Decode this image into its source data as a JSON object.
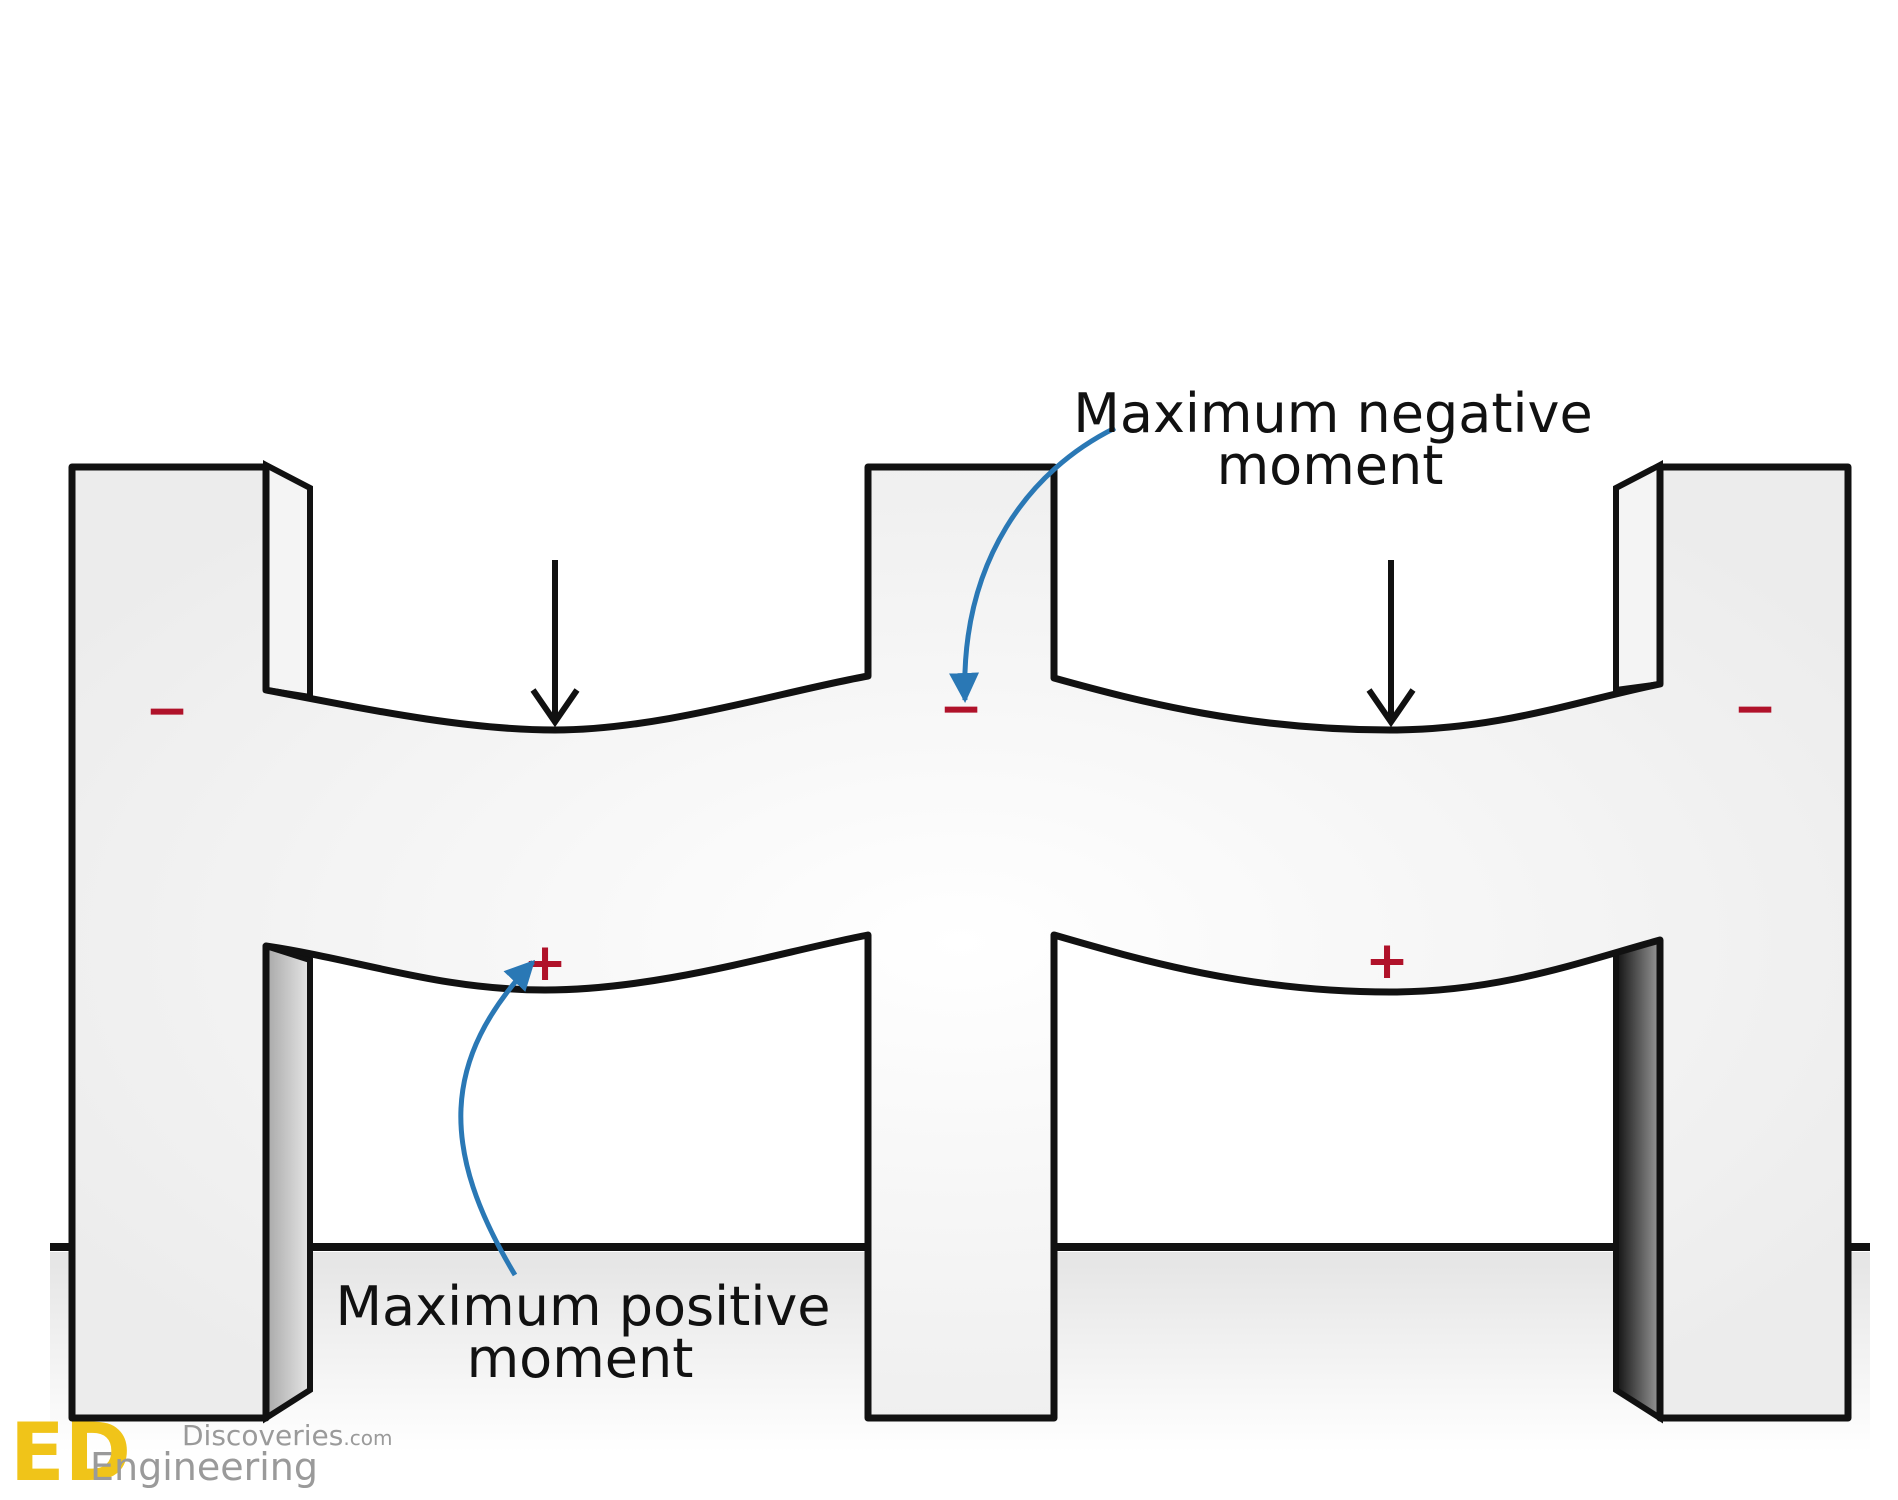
{
  "annotations": {
    "negative": {
      "line1": "Maximum negative",
      "line2": "moment"
    },
    "positive": {
      "line1": "Maximum positive",
      "line2": "moment"
    }
  },
  "moment_signs": {
    "negative": "−",
    "positive": "+"
  },
  "logo": {
    "top": "Discoveries",
    "suffix": ".com",
    "bottom": "Engineering",
    "monogram": "ED"
  },
  "colors": {
    "outline": "#111111",
    "fill": "#ffffff",
    "sign_red": "#b0122a",
    "arrow_blue": "#2a78b5",
    "logo_yellow": "#f0c419",
    "logo_gray": "#9a9a9a"
  }
}
